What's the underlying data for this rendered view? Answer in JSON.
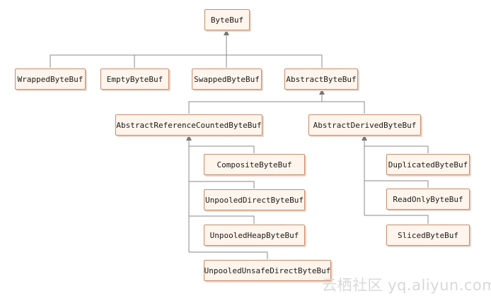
{
  "nodes": {
    "bytebuf": "ByteBuf",
    "wrapped": "WrappedByteBuf",
    "empty": "EmptyByteBuf",
    "swapped": "SwappedByteBuf",
    "abstract": "AbstractByteBuf",
    "refcounted": "AbstractReferenceCountedByteBuf",
    "derived": "AbstractDerivedByteBuf",
    "composite": "CompositeByteBuf",
    "unpooled_direct": "UnpooledDirectByteBuf",
    "unpooled_heap": "UnpooledHeapByteBuf",
    "unpooled_unsafe": "UnpooledUnsafeDirectByteBuf",
    "duplicated": "DuplicatedByteBuf",
    "readonly": "ReadOnlyByteBuf",
    "sliced": "SlicedByteBuf"
  },
  "watermark": "云栖社区 yq.aliyun.com",
  "colors": {
    "node_fill": "#fff5ec",
    "node_border": "#c98a6a",
    "connector": "#777777"
  }
}
